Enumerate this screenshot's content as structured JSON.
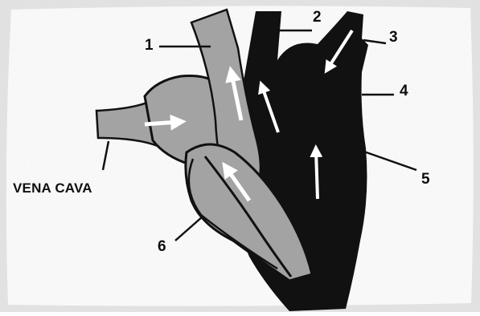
{
  "diagram": {
    "labels": {
      "vena_cava": "VENA CAVA",
      "n1": "1",
      "n2": "2",
      "n3": "3",
      "n4": "4",
      "n5": "5",
      "n6": "6"
    },
    "colors": {
      "background": "#ffffff",
      "border_noise": "#c9c9c9",
      "deoxygenated_blood": "#a3a3a3",
      "oxygenated_side": "#111111",
      "arrow": "#ffffff",
      "label_text": "#0e0e0e"
    },
    "icons": {
      "flow_arrow": "arrow-icon"
    }
  }
}
